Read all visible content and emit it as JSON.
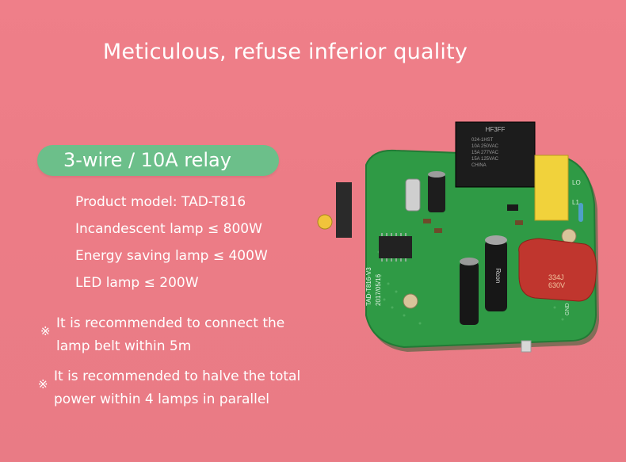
{
  "title": "Meticulous, refuse inferior quality",
  "badge": "3-wire / 10A relay",
  "specs": [
    "Product model: TAD-T816",
    "Incandescent lamp ≤ 800W",
    "Energy saving lamp ≤ 400W",
    "LED lamp ≤ 200W"
  ],
  "notes": [
    {
      "mark": "※",
      "line1": "It is recommended to connect the",
      "line2": "lamp belt within 5m"
    },
    {
      "mark": "※",
      "line1": "It is recommended to halve the total",
      "line2": "power within 4 lamps in parallel"
    }
  ],
  "pcb": {
    "relay_brand": "HF3FF",
    "relay_lines": [
      "024-1HST",
      "10A 250VAC",
      "15A 277VAC",
      "15A 125VAC",
      "CHINA"
    ],
    "board_label": "TAD-T816-V3",
    "board_date": "2017/05/16",
    "cap_value": "334J",
    "cap_voltage": "630V",
    "electrolytic_brand": "Rcon",
    "terminal_labels": [
      "LO",
      "L1",
      "GND"
    ],
    "colors": {
      "board": "#2f9a45",
      "relay": "#1c1c1c",
      "terminal": "#f1d23b",
      "film_cap": "#c0362e"
    }
  }
}
